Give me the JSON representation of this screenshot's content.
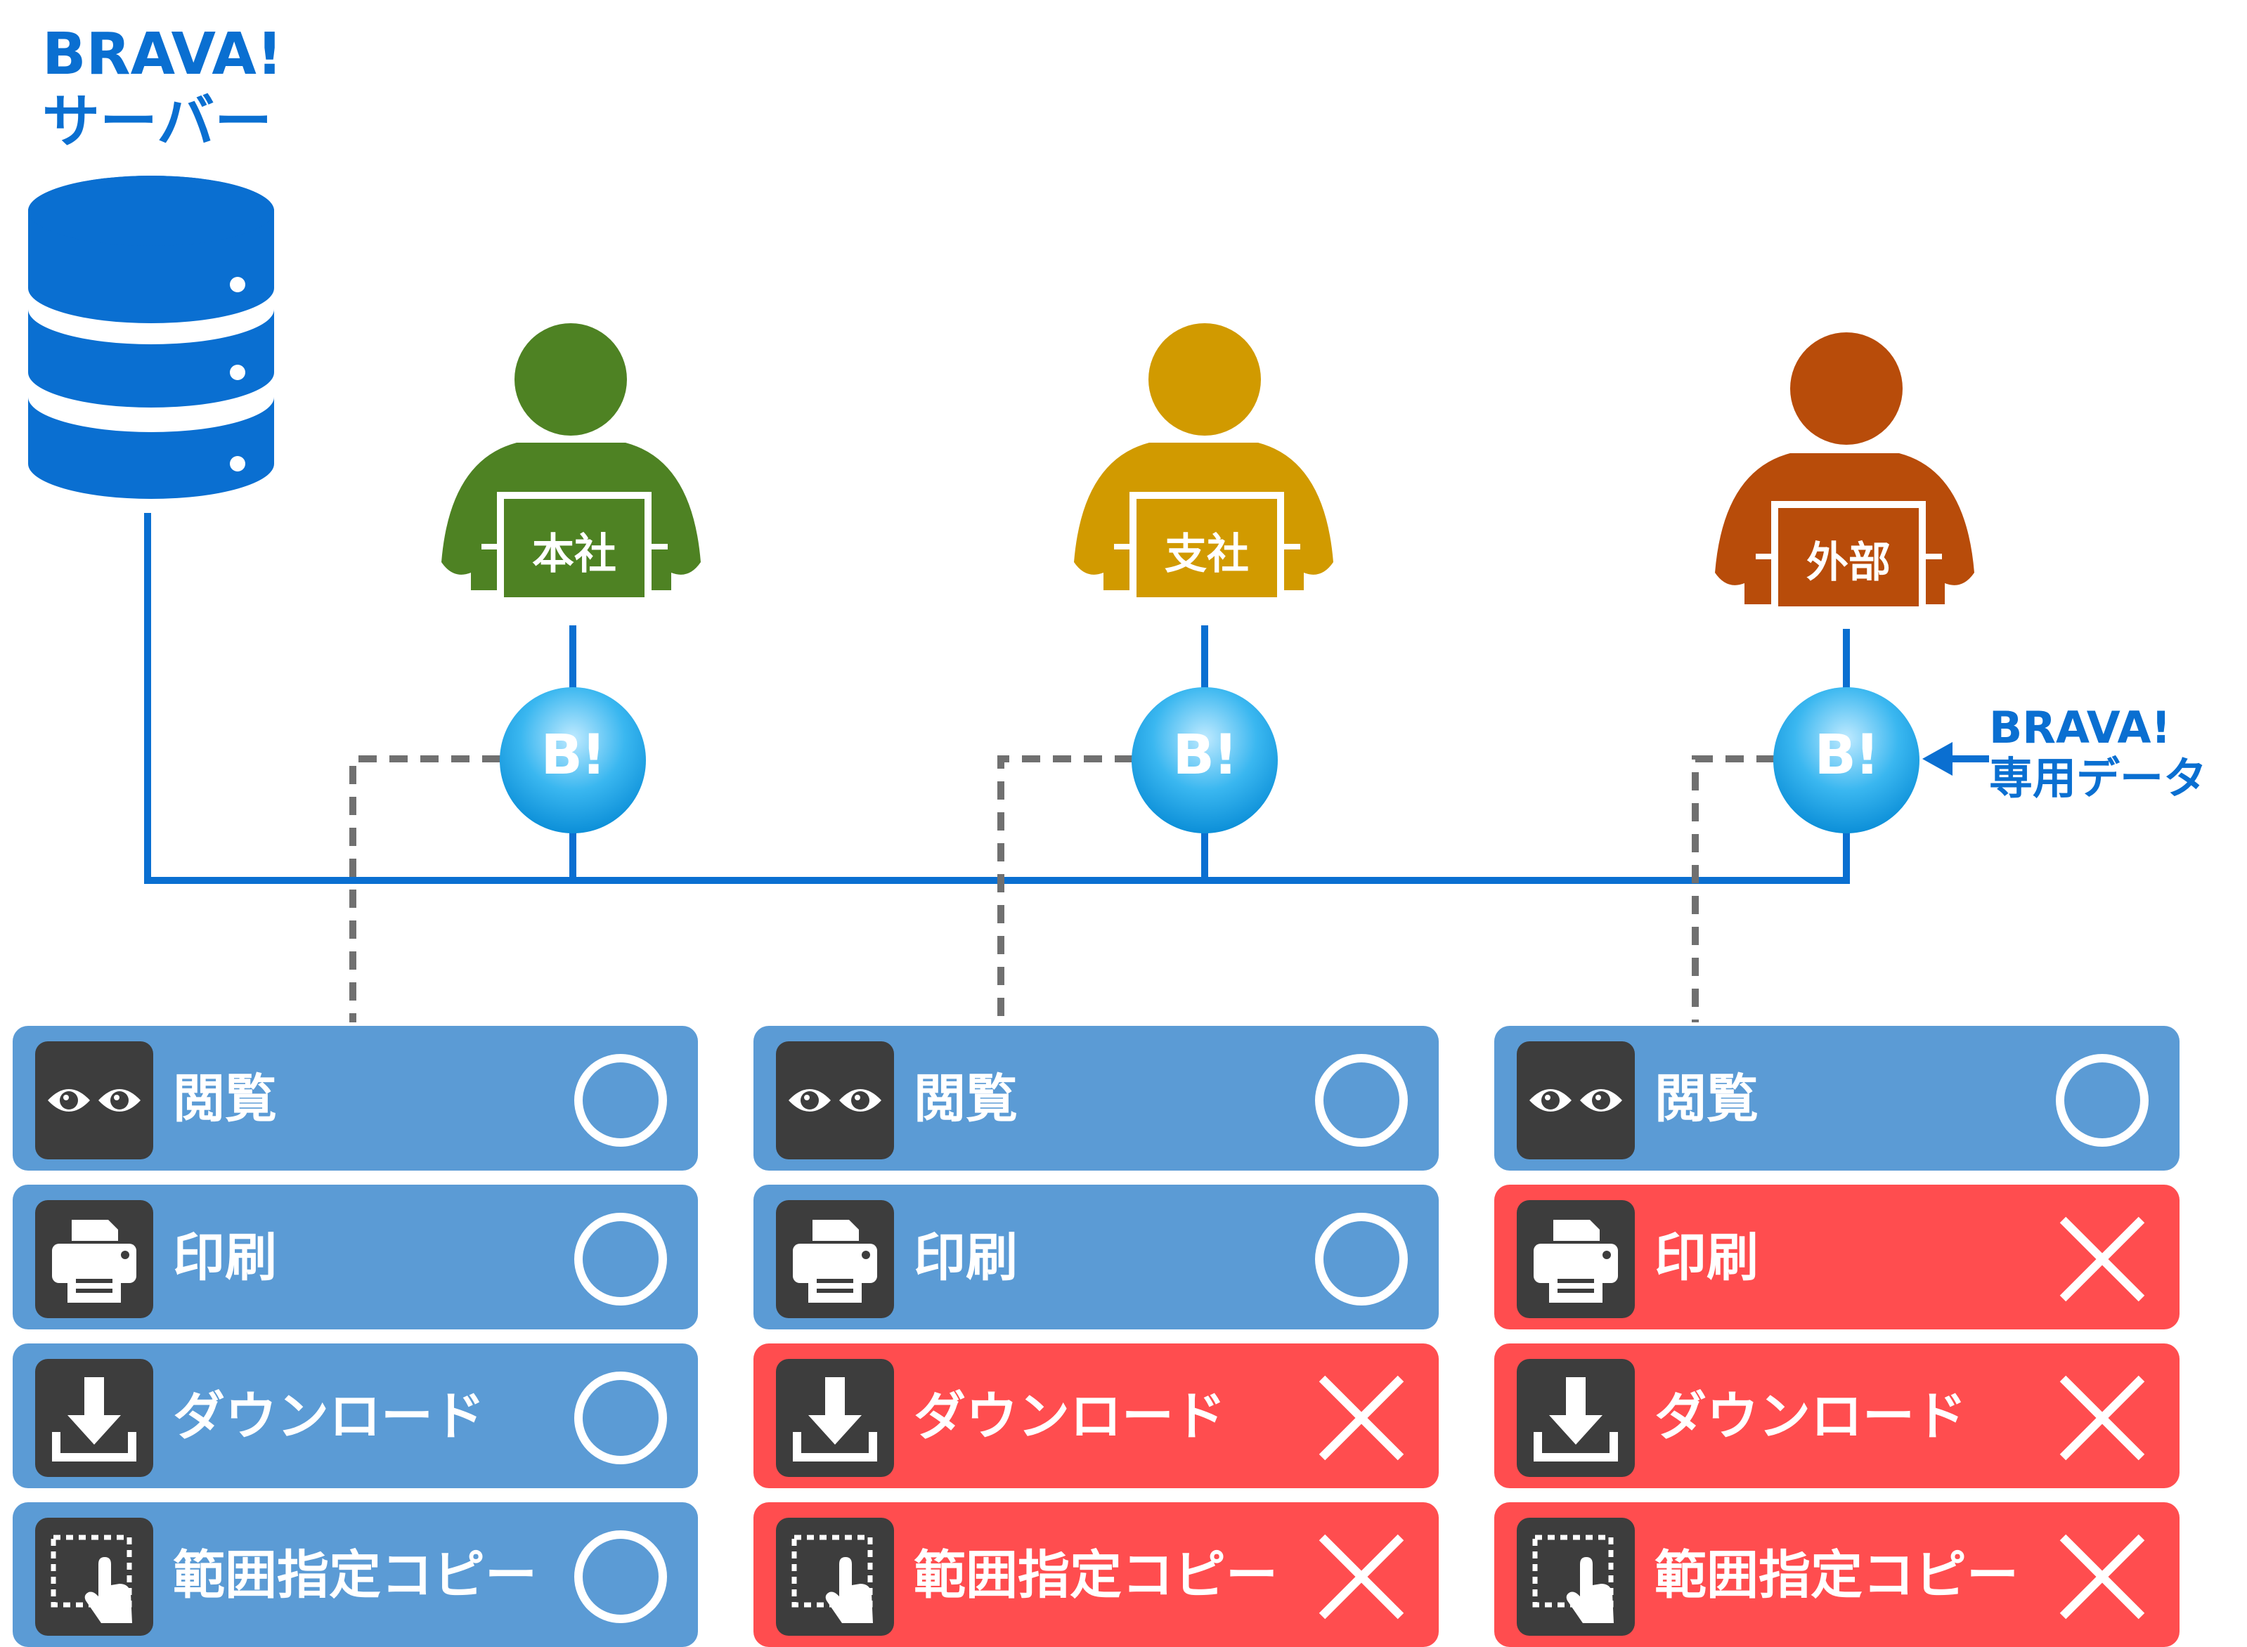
{
  "server": {
    "line1": "BRAVA!",
    "line2": "サーバー",
    "icon": "database-server-icon"
  },
  "dedicated_data": {
    "line1": "BRAVA!",
    "line2": "専用データ",
    "icon": "arrow-left-icon"
  },
  "badge_text": "B!",
  "colors": {
    "line": "#0a6fd1",
    "dashed": "#707070",
    "allowed": "#5b9bd5",
    "denied": "#ff4d4f",
    "headquarters": "#4e8223",
    "branch": "#d19a00",
    "external": "#b84c0a",
    "icon_bg": "#3d3d3d"
  },
  "users": [
    {
      "label": "本社",
      "color": "#4e8223"
    },
    {
      "label": "支社",
      "color": "#d19a00"
    },
    {
      "label": "外部",
      "color": "#b84c0a"
    }
  ],
  "permission_icons": [
    "eyes-icon",
    "printer-icon",
    "download-icon",
    "range-select-icon"
  ],
  "panels": [
    {
      "user": "本社",
      "rows": [
        {
          "label": "閲覧",
          "status": "allowed",
          "status_symbol": "○"
        },
        {
          "label": "印刷",
          "status": "allowed",
          "status_symbol": "○"
        },
        {
          "label": "ダウンロード",
          "status": "allowed",
          "status_symbol": "○"
        },
        {
          "label": "範囲指定コピー",
          "status": "allowed",
          "status_symbol": "○"
        }
      ]
    },
    {
      "user": "支社",
      "rows": [
        {
          "label": "閲覧",
          "status": "allowed",
          "status_symbol": "○"
        },
        {
          "label": "印刷",
          "status": "allowed",
          "status_symbol": "○"
        },
        {
          "label": "ダウンロード",
          "status": "denied",
          "status_symbol": "×"
        },
        {
          "label": "範囲指定コピー",
          "status": "denied",
          "status_symbol": "×"
        }
      ]
    },
    {
      "user": "外部",
      "rows": [
        {
          "label": "閲覧",
          "status": "allowed",
          "status_symbol": "○"
        },
        {
          "label": "印刷",
          "status": "denied",
          "status_symbol": "×"
        },
        {
          "label": "ダウンロード",
          "status": "denied",
          "status_symbol": "×"
        },
        {
          "label": "範囲指定コピー",
          "status": "denied",
          "status_symbol": "×"
        }
      ]
    }
  ]
}
